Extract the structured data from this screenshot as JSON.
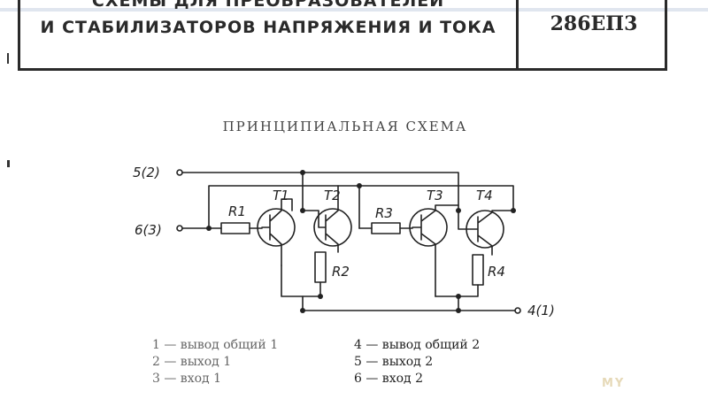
{
  "header": {
    "title_line1": "СХЕМЫ ДЛЯ ПРЕОБРАЗОВАТЕЛЕЙ",
    "title_line2": "И СТАБИЛИЗАТОРОВ НАПРЯЖЕНИЯ И ТОКА",
    "code": "286ЕП3"
  },
  "schema": {
    "title": "ПРИНЦИПИАЛЬНАЯ СХЕМА",
    "pins": {
      "top": "5(2)",
      "middle": "6(3)",
      "bottom": "4(1)"
    },
    "components": {
      "r1": "R1",
      "r2": "R2",
      "r3": "R3",
      "r4": "R4",
      "t1": "T1",
      "t2": "T2",
      "t3": "T3",
      "t4": "T4"
    }
  },
  "legend": {
    "left": [
      "1 — вывод общий 1",
      "2 — выход 1",
      "3 — вход 1"
    ],
    "right": [
      "4 — вывод общий 2",
      "5 — выход 2",
      "6 — вход 2"
    ]
  },
  "watermark": "MY"
}
